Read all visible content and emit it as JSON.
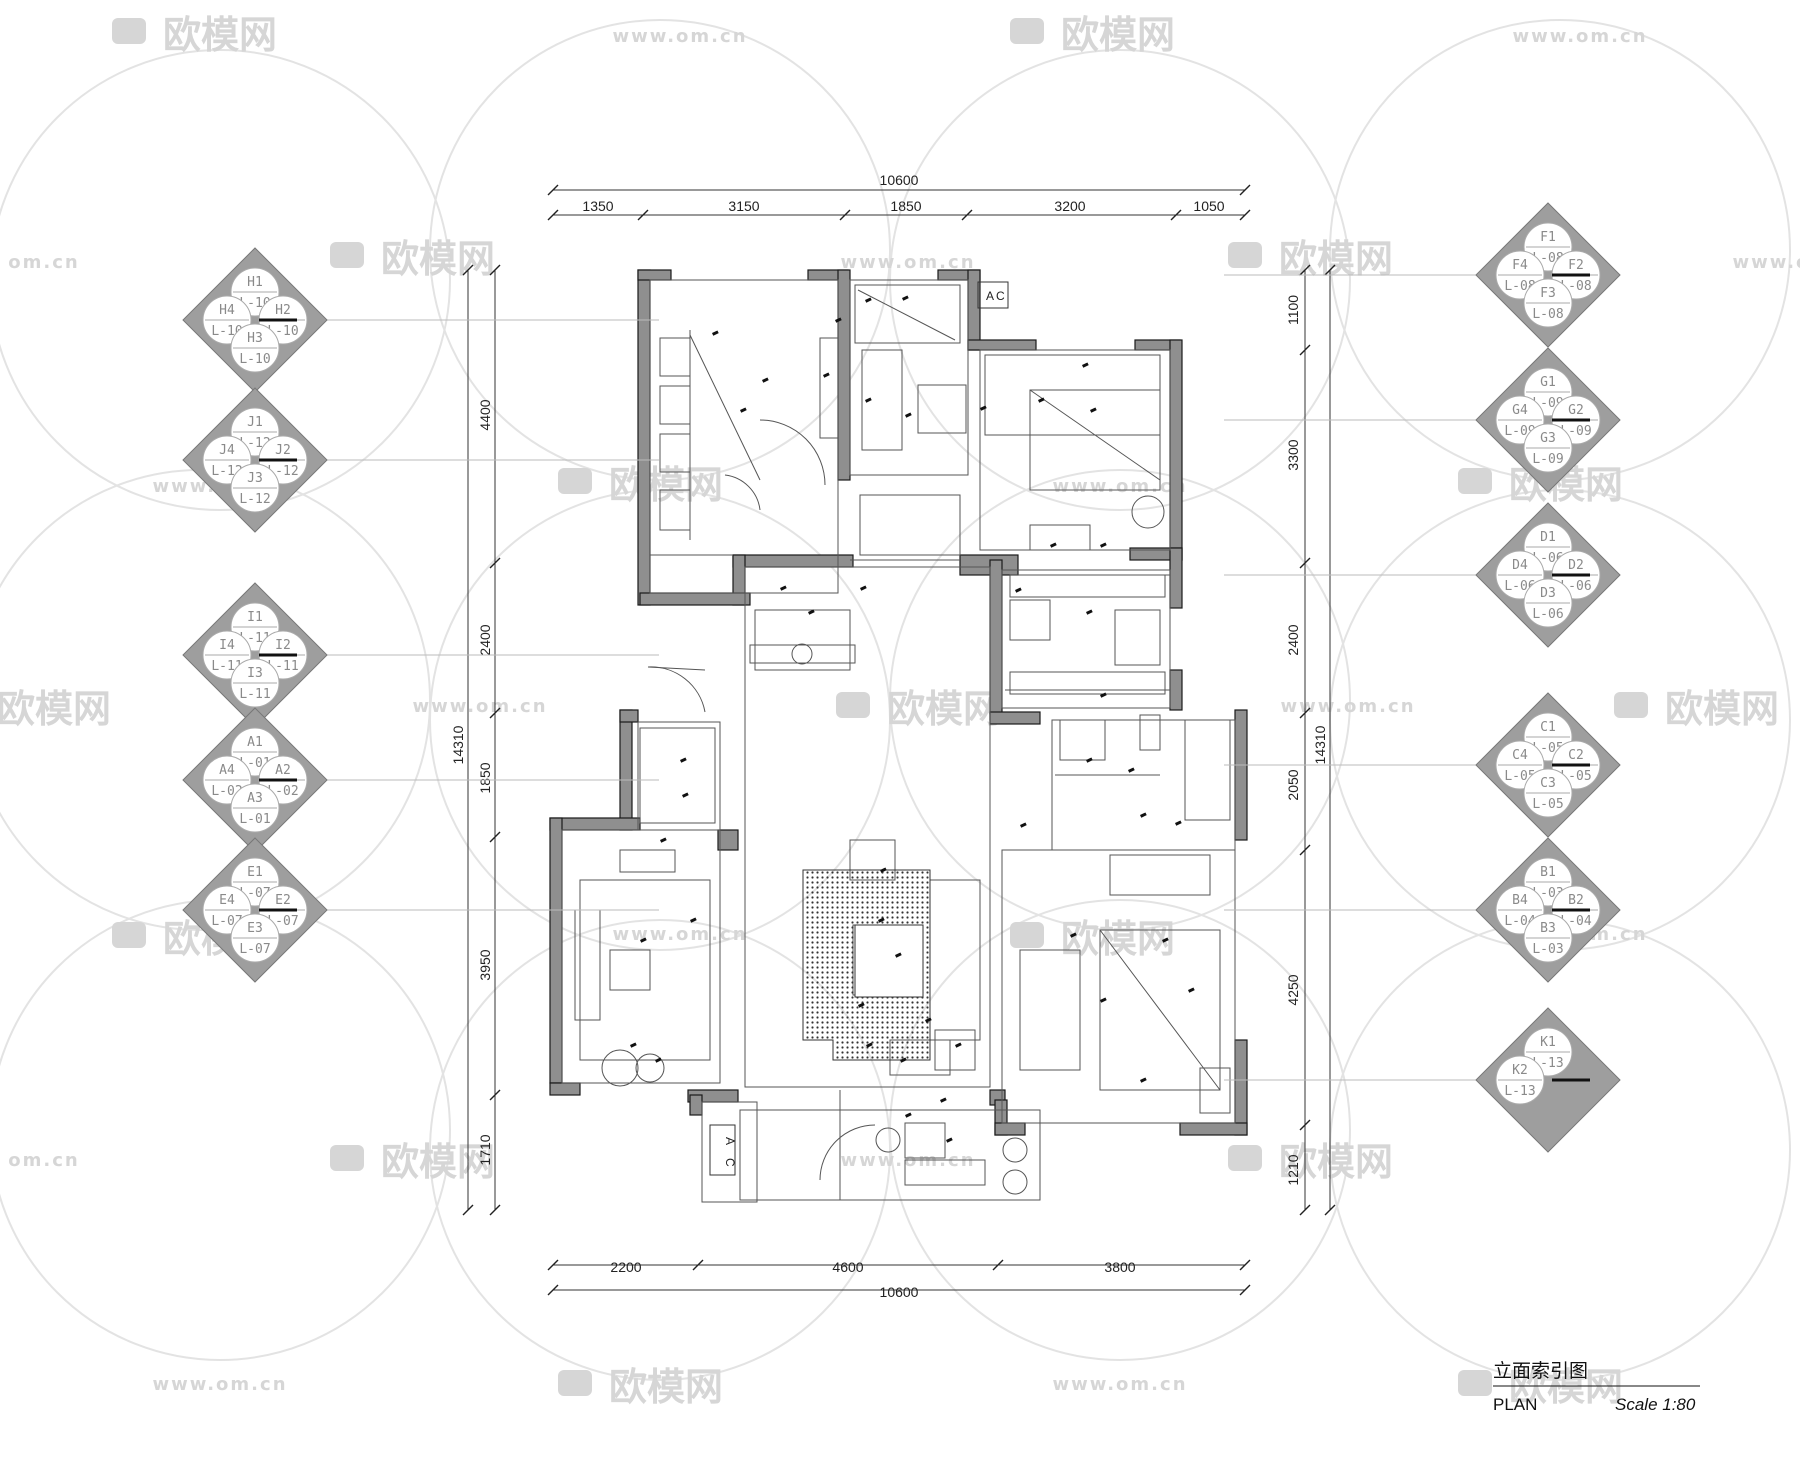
{
  "dimensions": {
    "top_total": "10600",
    "top_segments": [
      "1350",
      "3150",
      "1850",
      "3200",
      "1050"
    ],
    "bottom_total": "10600",
    "bottom_segments": [
      "2200",
      "4600",
      "3800"
    ],
    "left_total": "14310",
    "left_segments": [
      "4400",
      "2400",
      "1850",
      "3950",
      "1710"
    ],
    "right_total": "14310",
    "right_segments": [
      "1100",
      "3300",
      "2400",
      "2050",
      "4250",
      "1210"
    ]
  },
  "elevation_markers_left": [
    {
      "top": "H1",
      "left": "H4",
      "right": "H2",
      "bottom": "H3",
      "ref_top": "L-10",
      "ref_left": "L-10",
      "ref_right": "L-10",
      "ref_bottom": "L-10"
    },
    {
      "top": "J1",
      "left": "J4",
      "right": "J2",
      "bottom": "J3",
      "ref_top": "L-12",
      "ref_left": "L-12",
      "ref_right": "L-12",
      "ref_bottom": "L-12"
    },
    {
      "top": "I1",
      "left": "I4",
      "right": "I2",
      "bottom": "I3",
      "ref_top": "L-11",
      "ref_left": "L-11",
      "ref_right": "L-11",
      "ref_bottom": "L-11"
    },
    {
      "top": "A1",
      "left": "A4",
      "right": "A2",
      "bottom": "A3",
      "ref_top": "L-01",
      "ref_left": "L-02",
      "ref_right": "L-02",
      "ref_bottom": "L-01"
    },
    {
      "top": "E1",
      "left": "E4",
      "right": "E2",
      "bottom": "E3",
      "ref_top": "L-07",
      "ref_left": "L-07",
      "ref_right": "L-07",
      "ref_bottom": "L-07"
    }
  ],
  "elevation_markers_right": [
    {
      "top": "F1",
      "left": "F4",
      "right": "F2",
      "bottom": "F3",
      "ref_top": "L-08",
      "ref_left": "L-08",
      "ref_right": "L-08",
      "ref_bottom": "L-08"
    },
    {
      "top": "G1",
      "left": "G4",
      "right": "G2",
      "bottom": "G3",
      "ref_top": "L-09",
      "ref_left": "L-09",
      "ref_right": "L-09",
      "ref_bottom": "L-09"
    },
    {
      "top": "D1",
      "left": "D4",
      "right": "D2",
      "bottom": "D3",
      "ref_top": "L-06",
      "ref_left": "L-06",
      "ref_right": "L-06",
      "ref_bottom": "L-06"
    },
    {
      "top": "C1",
      "left": "C4",
      "right": "C2",
      "bottom": "C3",
      "ref_top": "L-05",
      "ref_left": "L-05",
      "ref_right": "L-05",
      "ref_bottom": "L-05"
    },
    {
      "top": "B1",
      "left": "B4",
      "right": "B2",
      "bottom": "B3",
      "ref_top": "L-03",
      "ref_left": "L-04",
      "ref_right": "L-04",
      "ref_bottom": "L-03"
    },
    {
      "top": "K1",
      "left": "K2",
      "right": "",
      "bottom": "",
      "ref_top": "L-13",
      "ref_left": "L-13",
      "ref_right": "",
      "ref_bottom": ""
    }
  ],
  "ac_labels": [
    "A",
    "C"
  ],
  "watermark": {
    "brand": "欧模网",
    "url": "www.om.cn",
    "url_short": "om.cn"
  },
  "title_block": {
    "cn": "立面索引图",
    "en": "PLAN",
    "scale": "Scale 1:80"
  },
  "colors": {
    "wall": "#8f8f8f",
    "wall_stroke": "#1a1a1a",
    "marker_fill": "#9e9e9e",
    "watermark": "#d6d6d6"
  }
}
